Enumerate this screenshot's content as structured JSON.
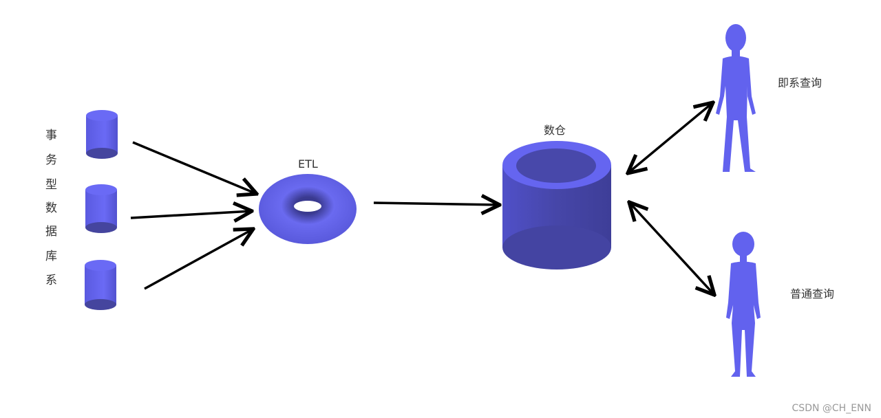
{
  "source_label": [
    "事",
    "务",
    "型",
    "数",
    "据",
    "库",
    "系"
  ],
  "etl_label": "ETL",
  "warehouse_label": "数仓",
  "adhoc_query_label": "即系查询",
  "normal_query_label": "普通查询",
  "watermark": "CSDN @CH_ENN",
  "colors": {
    "shape": "#6565f0",
    "shape_dark": "#45459e",
    "arrow": "#000000"
  }
}
